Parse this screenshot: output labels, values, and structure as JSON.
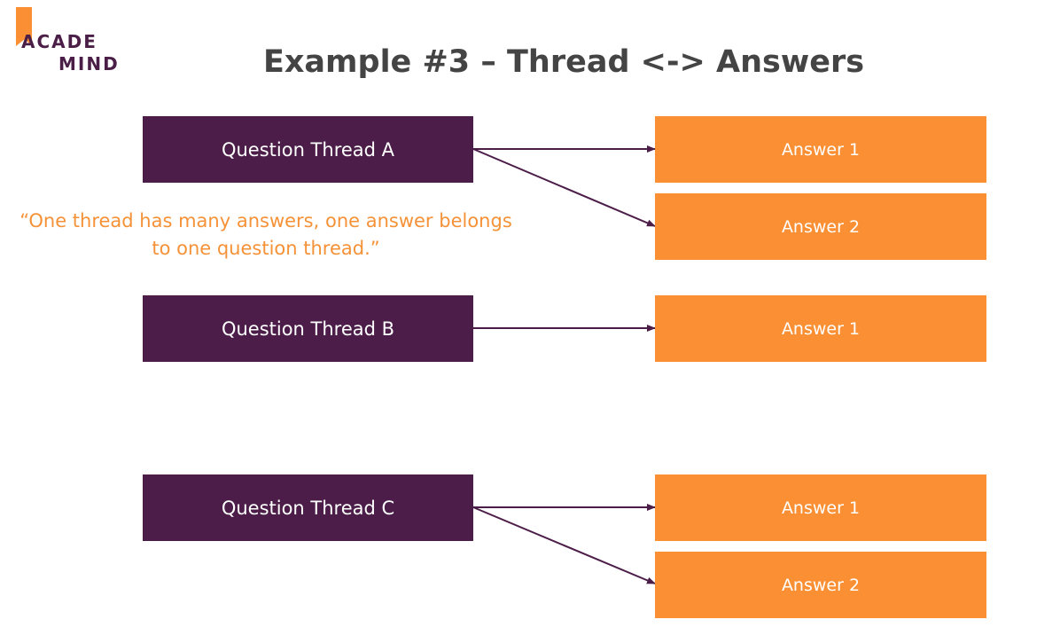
{
  "logo": {
    "line1": "ACADE",
    "line2": "MIND"
  },
  "title": "Example #3 – Thread <-> Answers",
  "quote": "“One thread has many answers, one answer belongs to one question thread.”",
  "threads": [
    {
      "label": "Question Thread A"
    },
    {
      "label": "Question Thread B"
    },
    {
      "label": "Question Thread C"
    }
  ],
  "answers": [
    {
      "label": "Answer 1"
    },
    {
      "label": "Answer 2"
    },
    {
      "label": "Answer 1"
    },
    {
      "label": "Answer 1"
    },
    {
      "label": "Answer 2"
    }
  ],
  "colors": {
    "thread": "#4b1d48",
    "answer": "#fa8f33",
    "quote": "#f59238",
    "title": "#444444",
    "arrow": "#4b1d48"
  }
}
